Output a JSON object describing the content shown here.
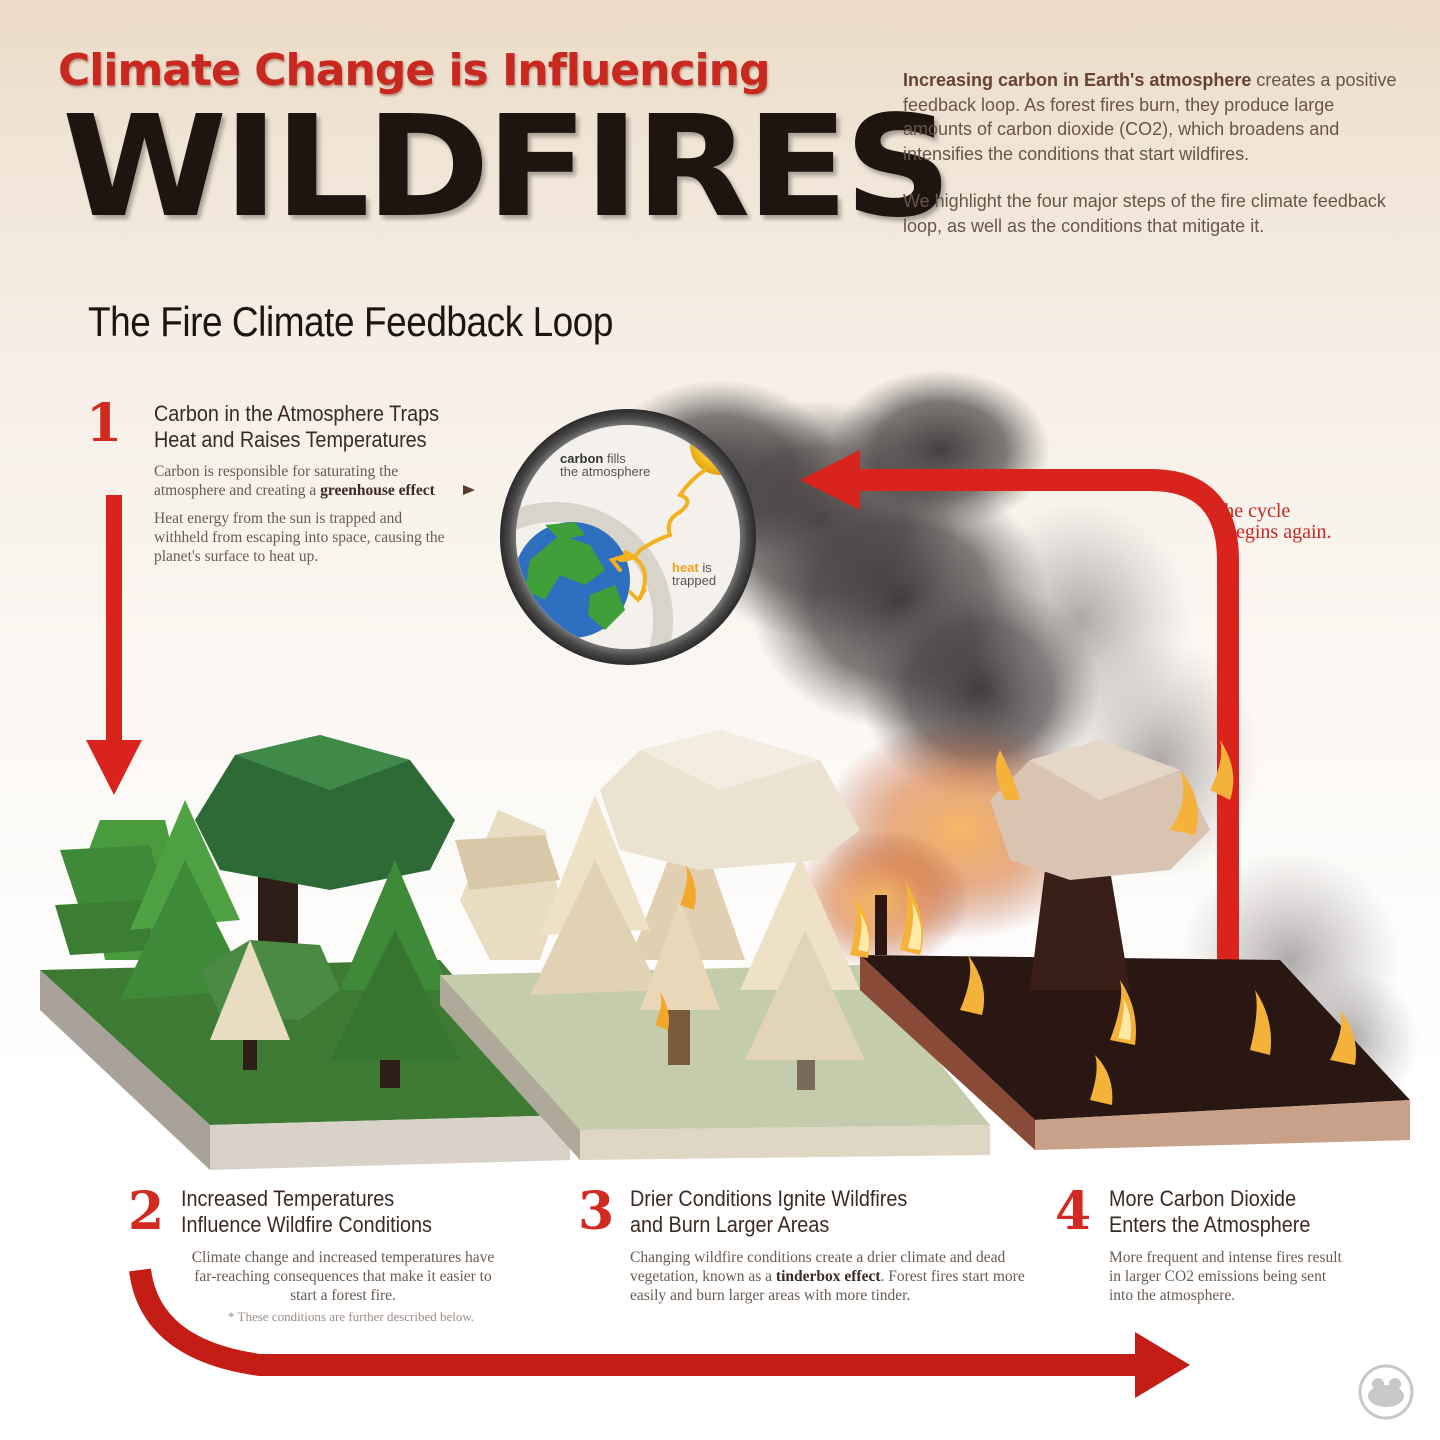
{
  "header": {
    "subtitle": "Climate Change is Influencing",
    "title": "WILDFIRES"
  },
  "intro": {
    "p1_bold": "Increasing carbon in Earth's atmosphere",
    "p1_rest": "creates a positive feedback loop. As forest fires burn, they produce large amounts of carbon dioxide (CO2), which broadens and intensifies the conditions that start wildfires.",
    "p2": "We highlight the four major steps of the fire climate feedback loop, as well as the conditions that mitigate it."
  },
  "loop_heading": "The Fire Climate Feedback Loop",
  "steps": [
    {
      "number": "1",
      "title_line1": "Carbon in the Atmosphere Traps",
      "title_line2": "Heat and Raises Temperatures",
      "body1_pre": "Carbon is responsible for saturating the atmosphere and creating a",
      "body1_bold": "greenhouse effect",
      "body2": "Heat energy from the sun is trapped and withheld from escaping into space, causing the planet's surface to heat up."
    },
    {
      "number": "2",
      "title_line1": "Increased Temperatures",
      "title_line2": "Influence Wildfire Conditions",
      "body": "Climate change and increased temperatures have far-reaching consequences that make it easier to start a forest fire.",
      "note": "* These conditions are further described below."
    },
    {
      "number": "3",
      "title_line1": "Drier Conditions Ignite Wildfires",
      "title_line2": "and Burn Larger Areas",
      "body_pre": "Changing wildfire conditions create a drier climate and dead vegetation, known as a",
      "body_bold": "tinderbox effect",
      "body_post": ". Forest fires start more easily and burn larger areas with more tinder."
    },
    {
      "number": "4",
      "title_line1": "More Carbon Dioxide",
      "title_line2": "Enters the Atmosphere",
      "body": "More frequent and intense fires result in larger CO2 emissions being sent into the atmosphere."
    }
  ],
  "globe": {
    "carbon_bold": "carbon",
    "carbon_rest": "fills",
    "carbon_line2": "the atmosphere",
    "heat_bold": "heat",
    "heat_rest": "is",
    "heat_line2": "trapped"
  },
  "cycle": {
    "line1": "The cycle",
    "line2": "begins again."
  },
  "colors": {
    "accent_red": "#d12a20",
    "title_dark": "#1e1410",
    "forest_green": "#3f7a34",
    "dry_beige": "#e9dcc0",
    "burnt_dark": "#2a1712"
  }
}
